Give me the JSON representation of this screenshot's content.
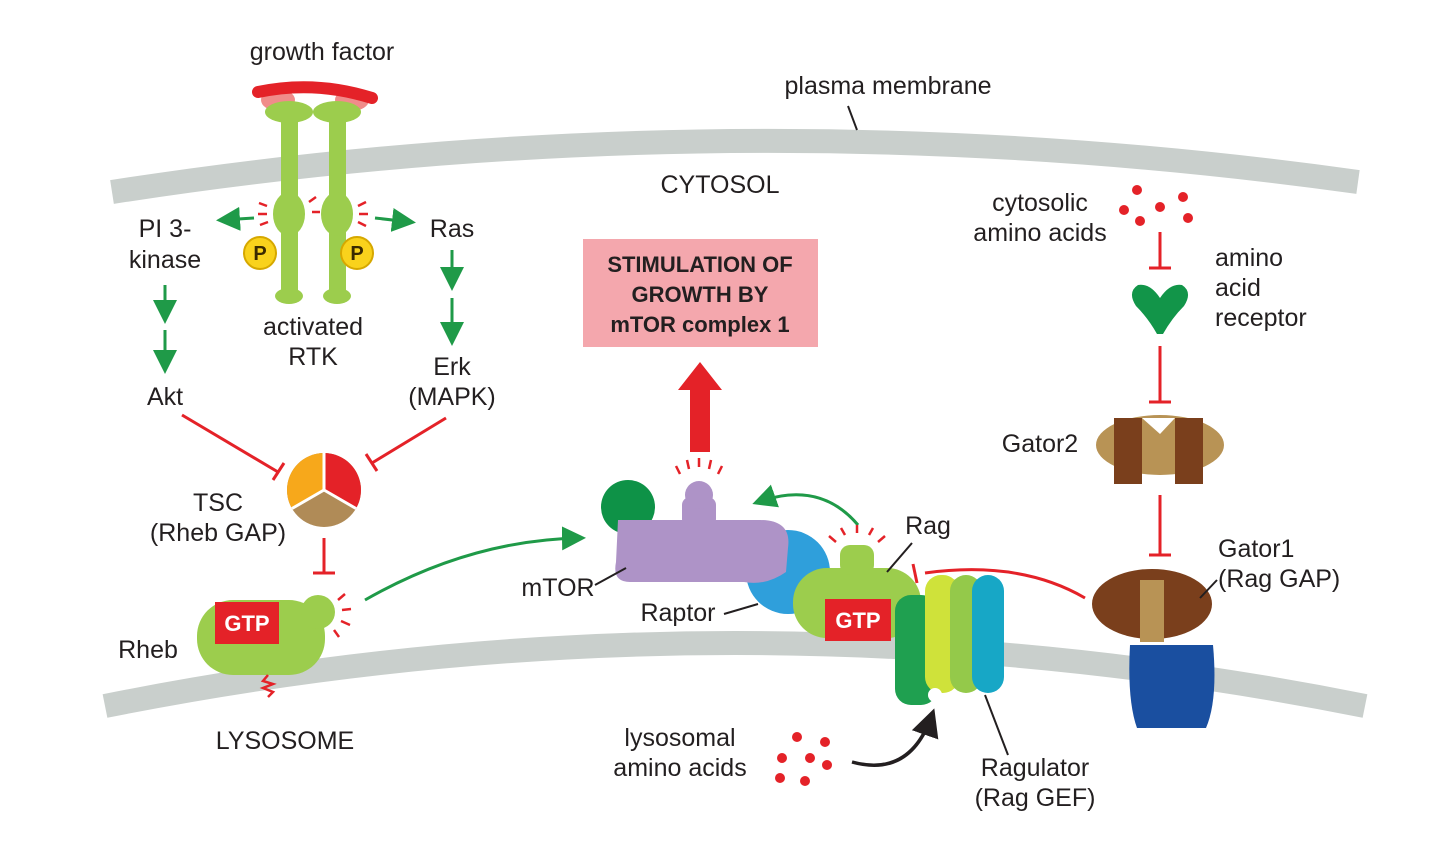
{
  "labels": {
    "growth_factor": "growth factor",
    "plasma_membrane": "plasma membrane",
    "cytosol": "CYTOSOL",
    "pi3_kinase_1": "PI 3-",
    "pi3_kinase_2": "kinase",
    "ras": "Ras",
    "activated_rtk_1": "activated",
    "activated_rtk_2": "RTK",
    "akt": "Akt",
    "erk_1": "Erk",
    "erk_2": "(MAPK)",
    "tsc_1": "TSC",
    "tsc_2": "(Rheb GAP)",
    "rheb": "Rheb",
    "gtp_rheb": "GTP",
    "lysosome": "LYSOSOME",
    "stimulation_1": "STIMULATION OF",
    "stimulation_2": "GROWTH BY",
    "stimulation_3": "mTOR complex 1",
    "mtor": "mTOR",
    "raptor": "Raptor",
    "rag": "Rag",
    "gtp_rag": "GTP",
    "cytosolic_aa_1": "cytosolic",
    "cytosolic_aa_2": "amino acids",
    "aa_receptor_1": "amino",
    "aa_receptor_2": "acid",
    "aa_receptor_3": "receptor",
    "gator2": "Gator2",
    "gator1_1": "Gator1",
    "gator1_2": "(Rag GAP)",
    "lysosomal_aa_1": "lysosomal",
    "lysosomal_aa_2": "amino acids",
    "ragulator_1": "Ragulator",
    "ragulator_2": "(Rag GEF)",
    "phospho_left": "P",
    "phospho_right": "P"
  },
  "colors": {
    "membrane": "#c9cfcc",
    "rtk_green": "#9ccd4d",
    "activation_arrow": "#1f9a48",
    "inhibition": "#e42228",
    "mtor_purple": "#ae93c7",
    "raptor_blue": "#2f9fdb",
    "gator_brown": "#7a3f1c",
    "gator_tan": "#b89355",
    "stimulation_box": "#f4a7ad",
    "receptor_green": "#129549"
  }
}
